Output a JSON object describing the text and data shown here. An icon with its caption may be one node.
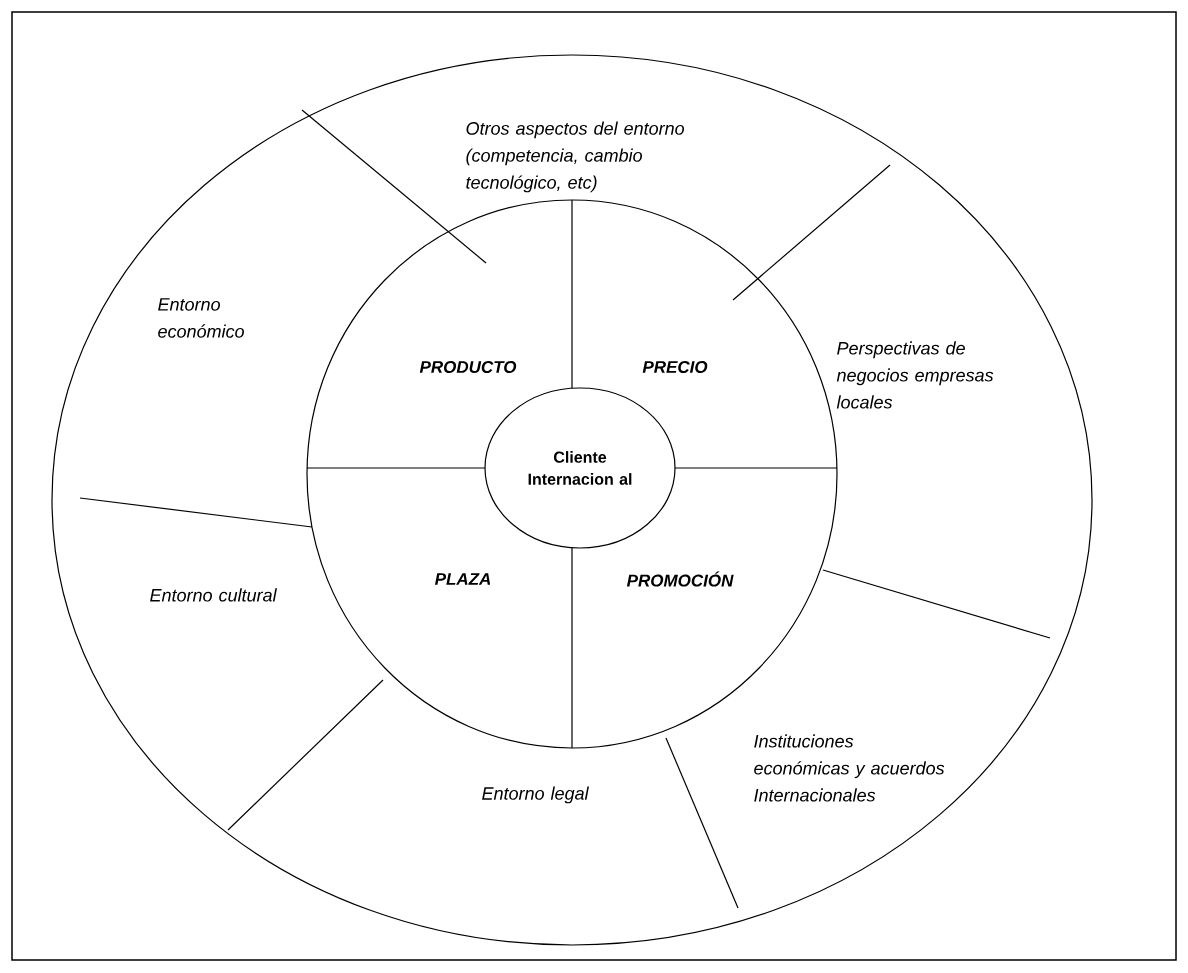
{
  "diagram": {
    "nodes": [
      {
        "text": [
          "Otros aspectos del entorno (competencia, cambio tecnológico, etc)"
        ]
      },
      {
        "text": [
          "Entorno económico"
        ]
      },
      {
        "text": [
          "PRODUCTO"
        ]
      },
      {
        "text": [
          "PRECIO"
        ]
      },
      {
        "text": [
          "Perspectivas de negocios empresas locales"
        ]
      },
      {
        "text": [
          "Cliente Internacion al"
        ]
      },
      {
        "text": [
          "Entorno cultural"
        ]
      },
      {
        "text": [
          "PLAZA"
        ]
      },
      {
        "text": [
          "PROMOCIÓN"
        ]
      },
      {
        "text": [
          "Instituciones económicas y acuerdos Internacionales"
        ]
      },
      {
        "text": [
          "Entorno legal"
        ]
      }
    ],
    "edges": []
  }
}
